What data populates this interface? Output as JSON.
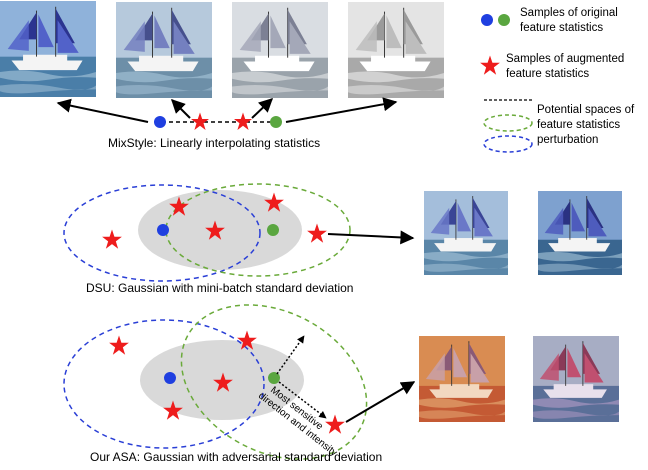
{
  "legend": {
    "original": "Samples of original feature statistics",
    "original_lines": [
      "Samples of original",
      "feature statistics"
    ],
    "augmented_lines": [
      "Samples of augmented",
      "feature statistics"
    ],
    "spaces_lines": [
      "Potential spaces of",
      "feature statistics",
      "perturbation"
    ]
  },
  "panels": {
    "mixstyle": "MixStyle: Linearly interpolating statistics",
    "dsu": "DSU: Gaussian with mini-batch standard deviation",
    "asa": "Our ASA: Gaussian with adversarial standard deviation"
  },
  "annotation": {
    "lines": [
      "Most sensitive",
      "direction and intensity"
    ]
  },
  "colors": {
    "original_blue": "#1f3fe0",
    "original_green": "#5aa640",
    "augmented_red": "#ee1c1c",
    "blue_dashed": "#2a3fd6",
    "green_dashed": "#6aaa3a",
    "gray_region": "#d9d9d9"
  },
  "icons": {
    "dot": "filled-circle",
    "star": "five-point-star",
    "arrow": "arrowhead",
    "image": "ship-photo"
  }
}
